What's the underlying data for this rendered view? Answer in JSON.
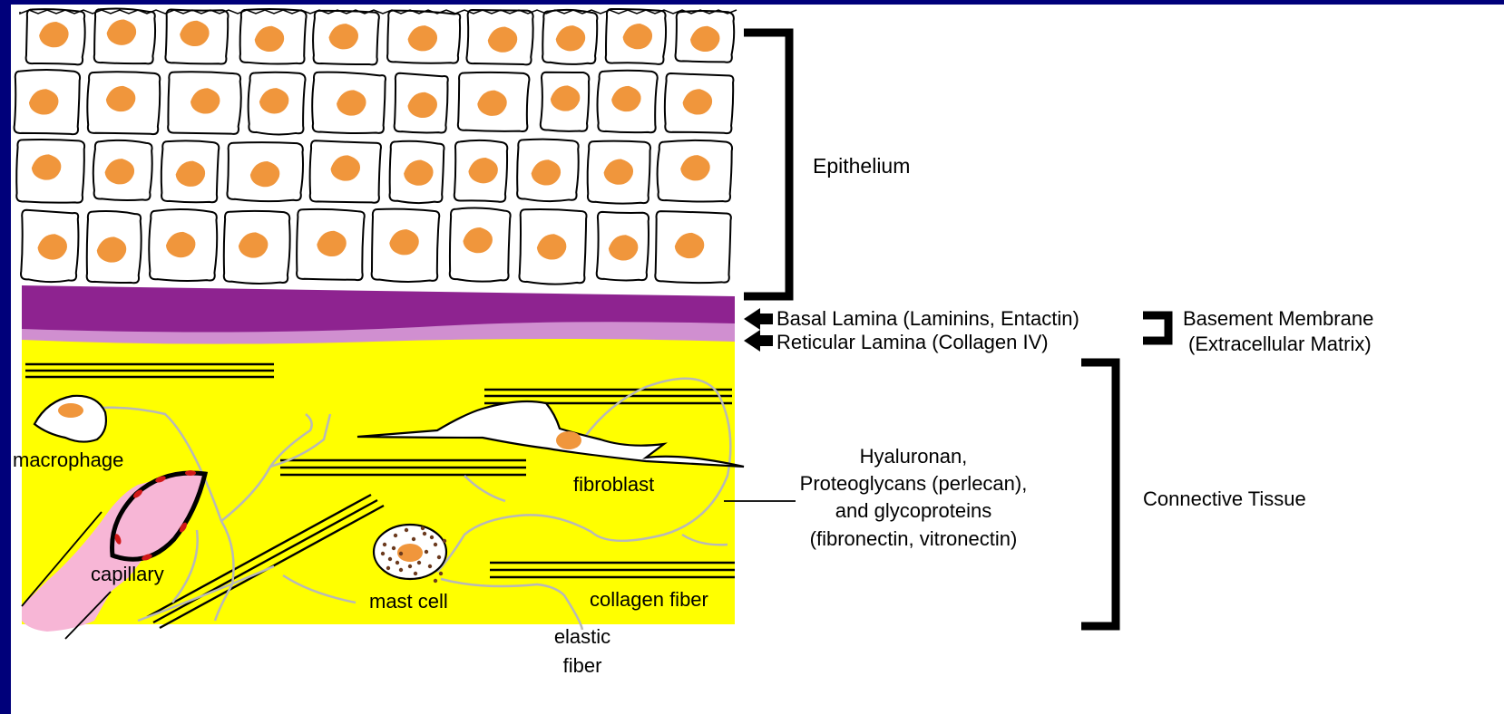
{
  "labels": {
    "epithelium": "Epithelium",
    "basal_lamina": "Basal Lamina (Laminins, Entactin)",
    "reticular_lamina": "Reticular Lamina (Collagen IV)",
    "basement_membrane_line1": "Basement Membrane",
    "basement_membrane_line2": "(Extracellular Matrix)",
    "matrix_line1": "Hyaluronan,",
    "matrix_line2": "Proteoglycans (perlecan),",
    "matrix_line3": "and glycoproteins",
    "matrix_line4": "(fibronectin, vitronectin)",
    "connective_tissue": "Connective Tissue",
    "macrophage": "macrophage",
    "fibroblast": "fibroblast",
    "capillary": "capillary",
    "mast_cell": "mast cell",
    "collagen_fiber": "collagen fiber",
    "elastic_fiber_line1": "elastic",
    "elastic_fiber_line2": "fiber"
  },
  "colors": {
    "background": "#00007a",
    "canvas": "#ffffff",
    "connective_tissue": "#ffff00",
    "basal_lamina": "#8e2390",
    "reticular_lamina": "#d08fd0",
    "nucleus": "#f0963c",
    "capillary": "#f7b6d6",
    "capillary_rbc": "#d01818",
    "elastic_fiber": "#b8b8b8",
    "mast_granule": "#6b3a1e"
  }
}
